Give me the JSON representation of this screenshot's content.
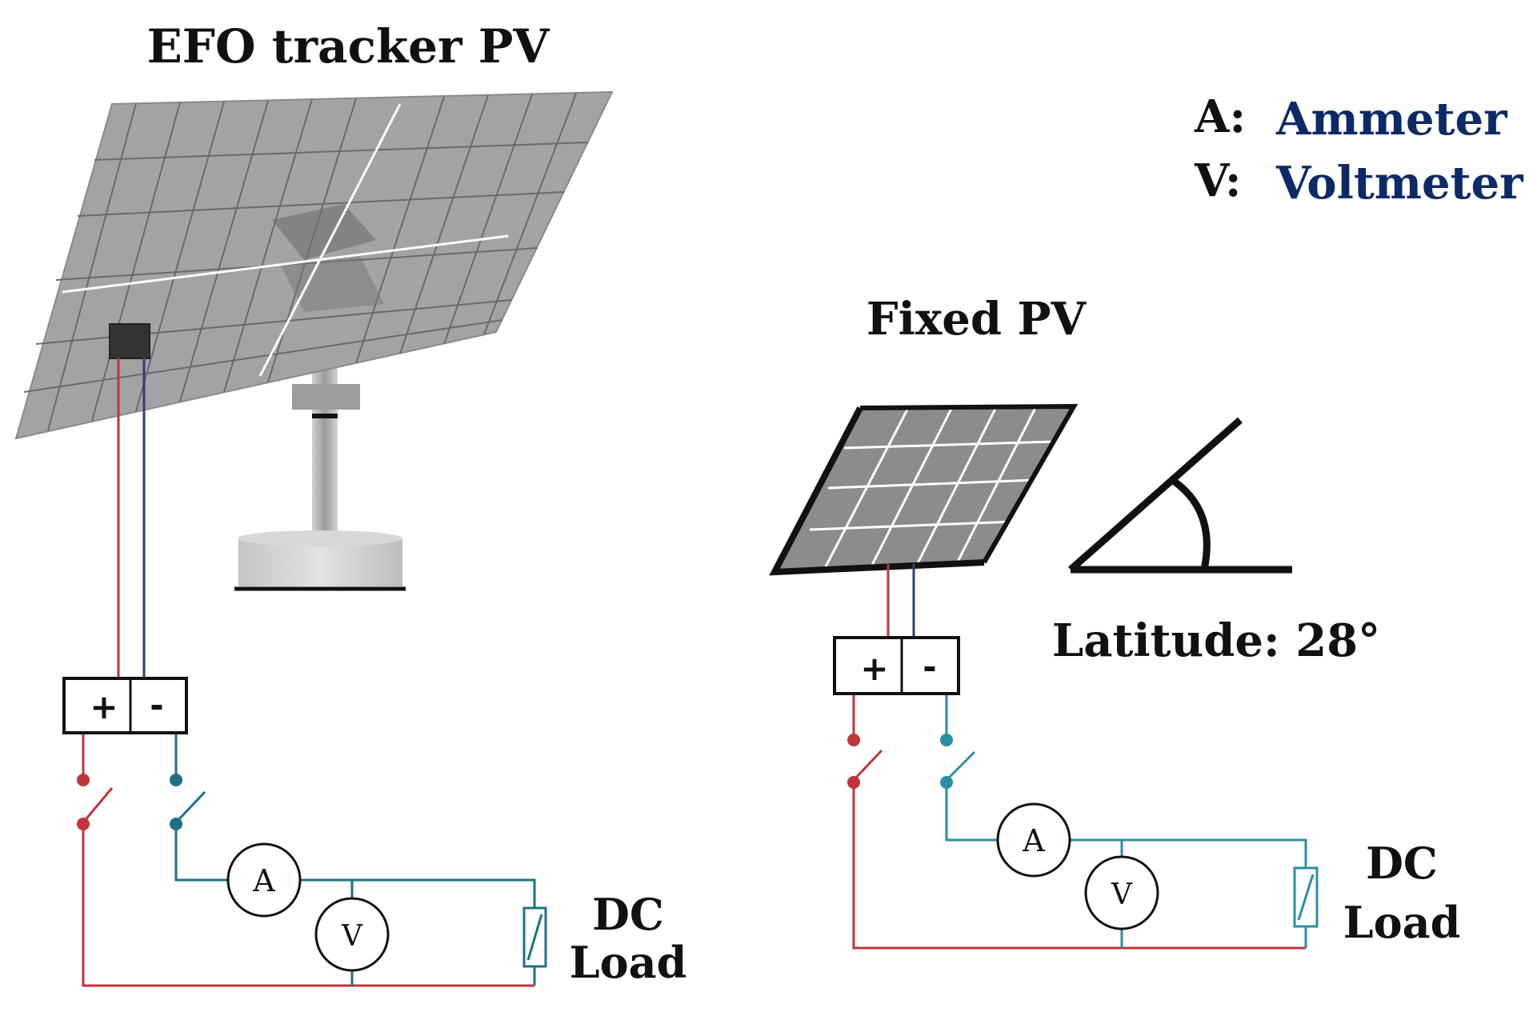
{
  "titles": {
    "tracker": "EFO tracker PV",
    "fixed": "Fixed PV"
  },
  "legend": {
    "a_key": "A:",
    "a_val": "Ammeter",
    "v_key": "V:",
    "v_val": "Voltmeter"
  },
  "latitude": "Latitude: 28°",
  "terminals": {
    "plus": "+",
    "minus": "-"
  },
  "meters": {
    "ammeter": "A",
    "voltmeter": "V"
  },
  "load": {
    "line1": "DC",
    "line2": "Load"
  },
  "colors": {
    "positive_wire": "#c0343a",
    "negative_wire_tracker": "#1f6f86",
    "negative_wire_fixed": "#2a8fa3",
    "panel_gray": "#a3a3a3",
    "legend_text": "#0d2a66"
  }
}
